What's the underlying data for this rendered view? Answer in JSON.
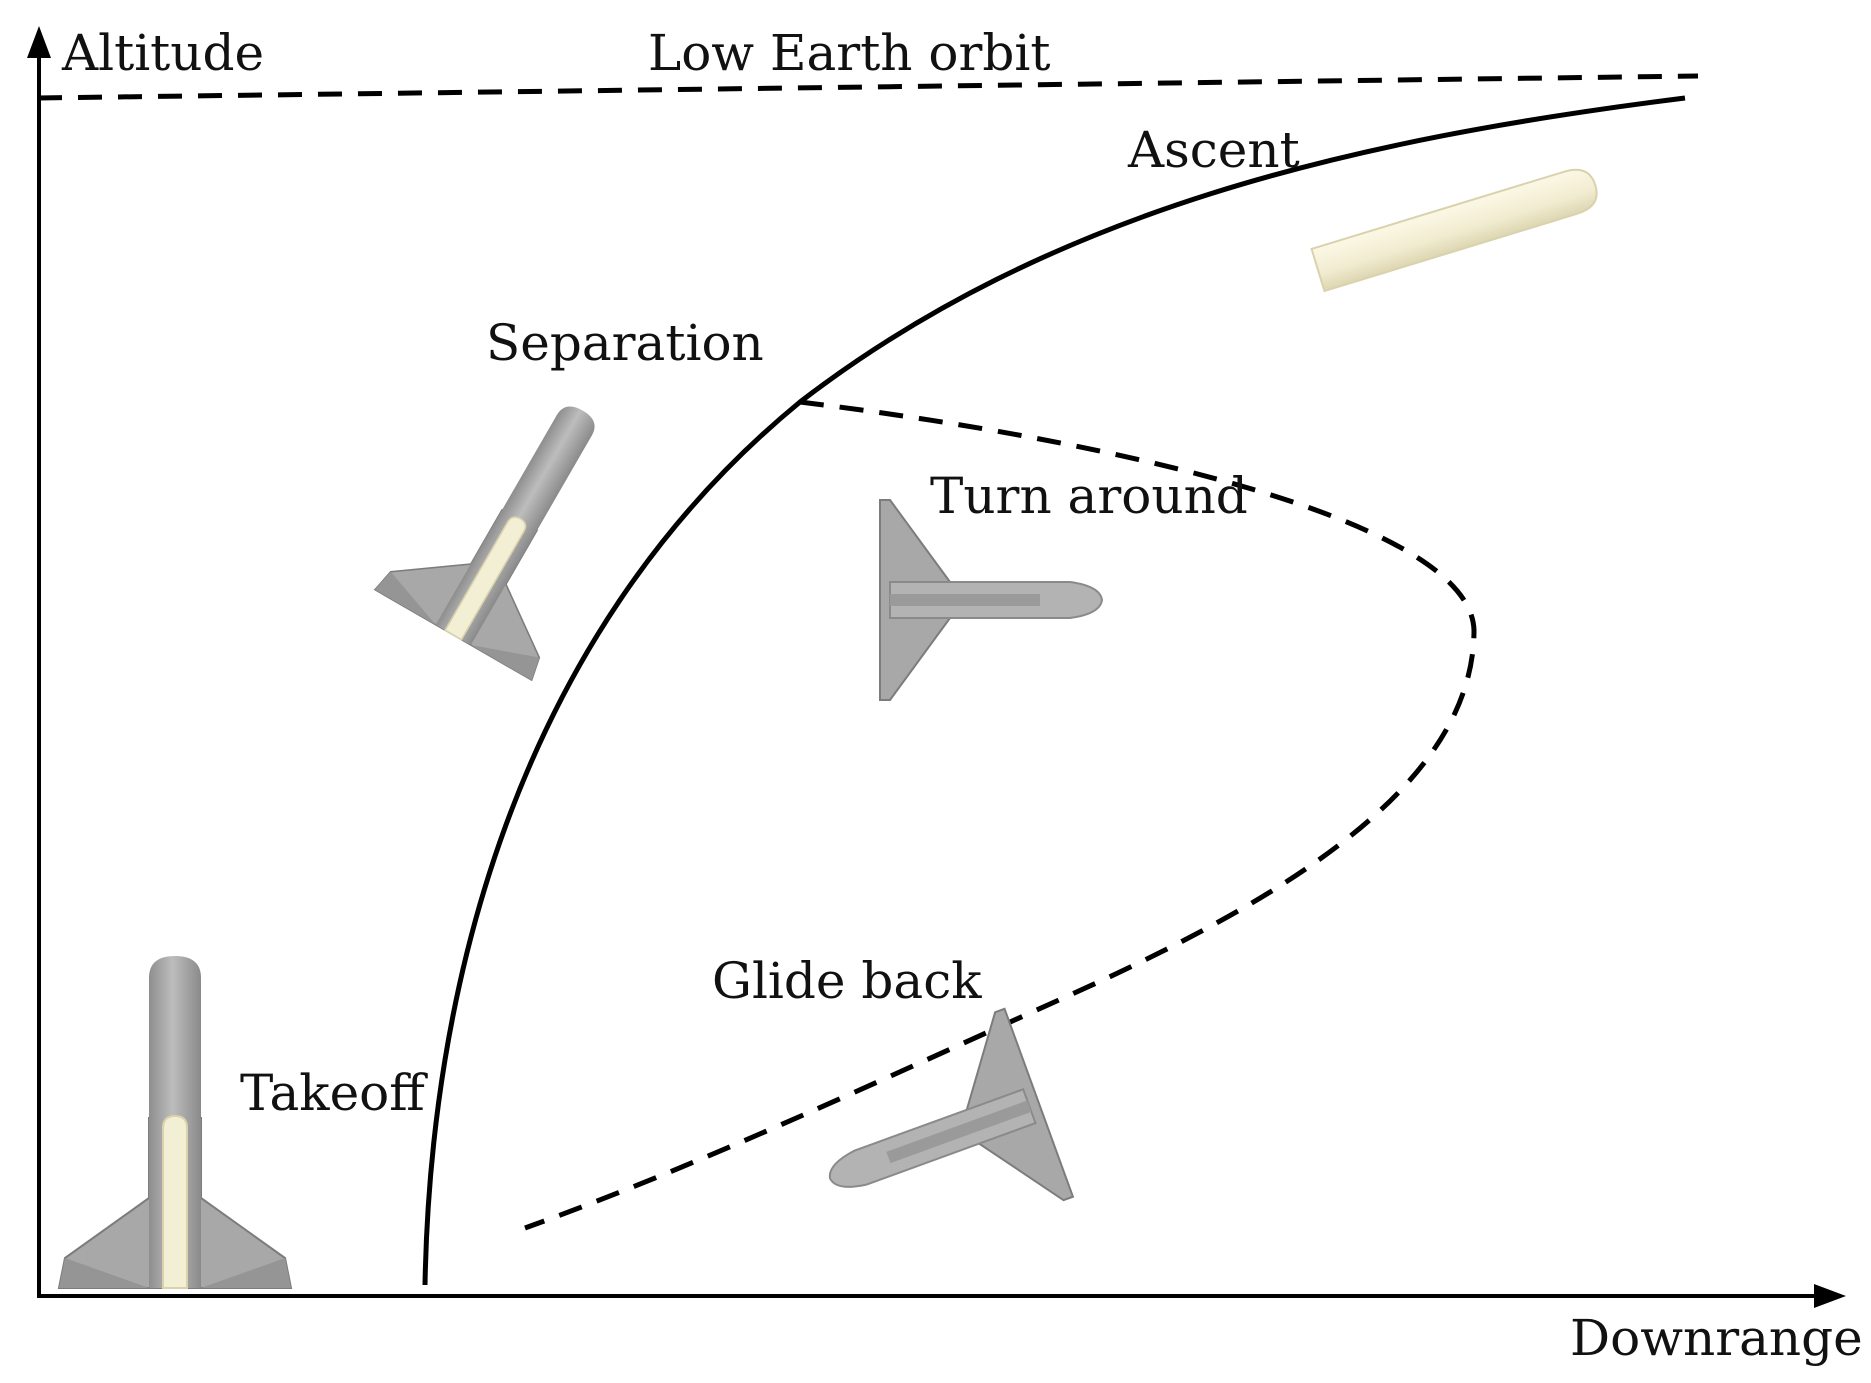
{
  "axes": {
    "y_label": "Altitude",
    "x_label": "Downrange"
  },
  "labels": {
    "orbit": "Low Earth orbit",
    "ascent": "Ascent",
    "separation": "Separation",
    "turn_around": "Turn around",
    "glide_back": "Glide back",
    "takeoff": "Takeoff"
  },
  "colors": {
    "line": "#000000",
    "vehicle_body": "#a9a9a9",
    "vehicle_edge": "#7d7d7d",
    "upper_stage": "#f3efd5",
    "upper_stage_edge": "#d9d2ad"
  },
  "icons": [
    "booster-takeoff-icon",
    "booster-separation-icon",
    "booster-turn-around-icon",
    "booster-glide-back-icon",
    "upper-stage-icon"
  ]
}
